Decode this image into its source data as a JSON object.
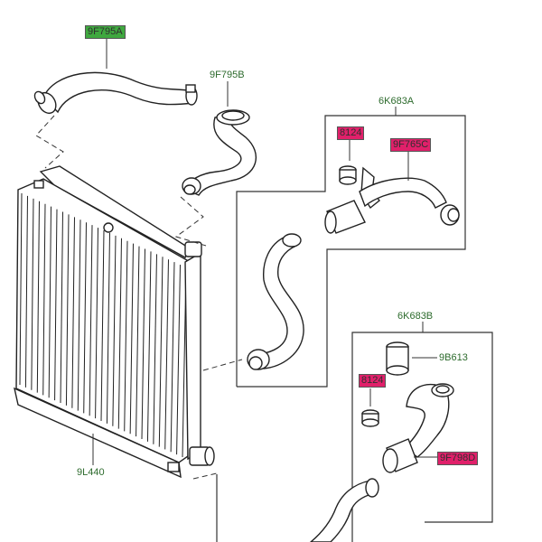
{
  "labels": {
    "hose_upper": "9F795A",
    "hose_upper_right": "9F795B",
    "kit_a": "6K683A",
    "clip_a": "8124",
    "hose_a": "9F765C",
    "kit_b": "6K683B",
    "clip_b": "8124",
    "sleeve_b": "9B613",
    "hose_b": "9F798D",
    "intercooler": "9L440"
  },
  "colors": {
    "label_text": "#2c6a2c",
    "highlight_green": "#3fa83f",
    "highlight_red": "#e0206a",
    "line": "#222222"
  }
}
